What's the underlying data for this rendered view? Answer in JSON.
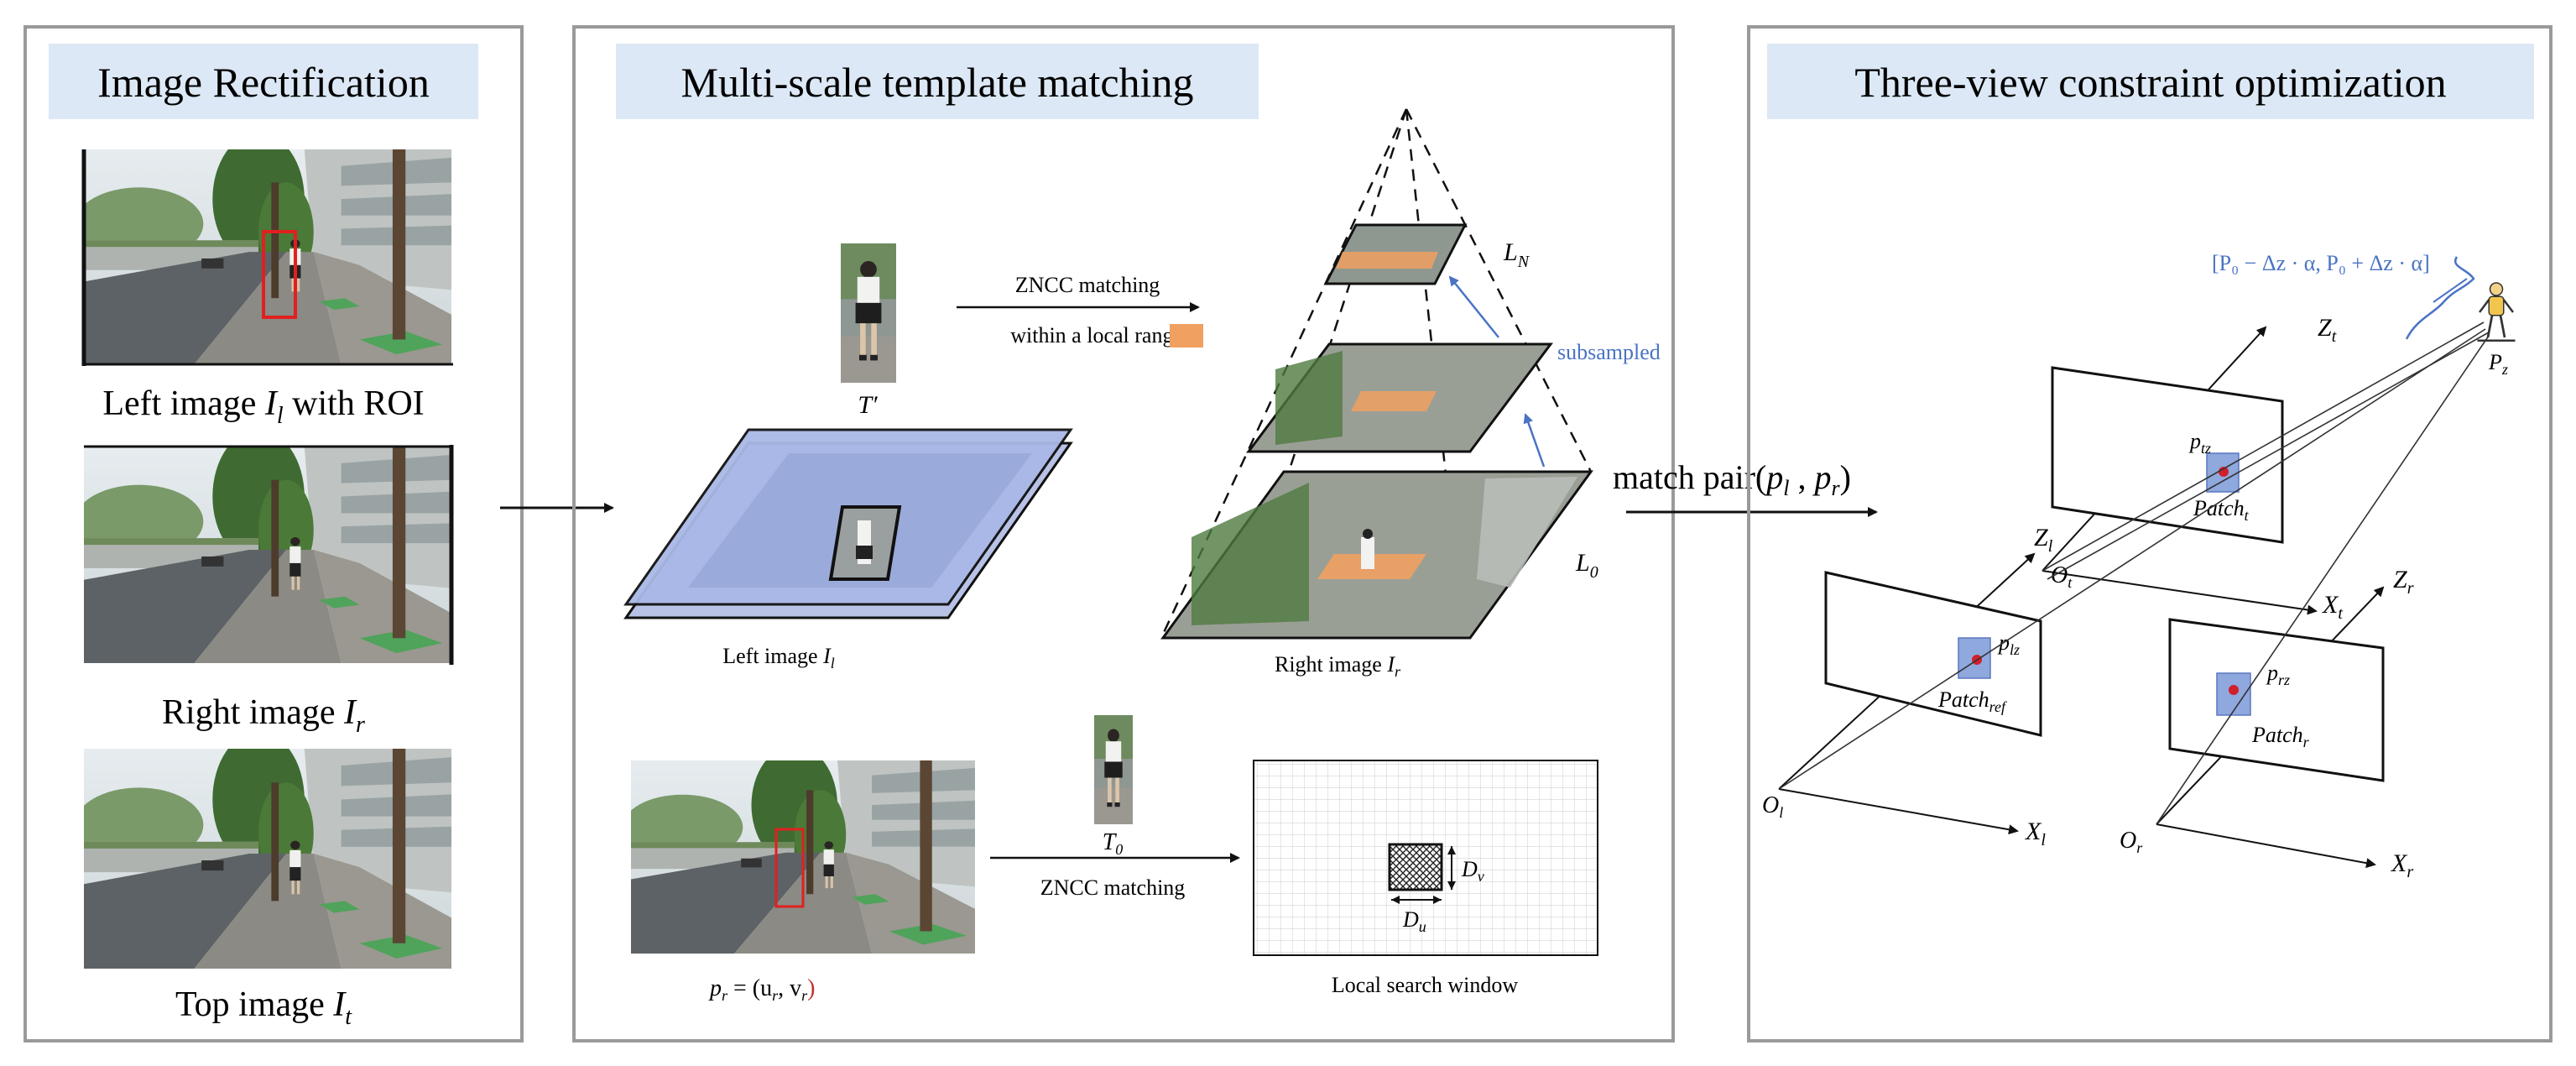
{
  "panels": {
    "rectification": {
      "title": "Image Rectification",
      "left_caption": "Left image ",
      "left_sym": "I",
      "left_sub": "l",
      "left_suffix": " with ROI",
      "right_caption": "Right image ",
      "right_sym": "I",
      "right_sub": "r",
      "top_caption": "Top image ",
      "top_sym": "I",
      "top_sub": "t"
    },
    "matching": {
      "title": "Multi-scale template matching",
      "template_sym": "T′",
      "zncc_top": "ZNCC matching",
      "local_range": "within a local range",
      "subsampled": "subsampled",
      "level_n": "L",
      "level_n_sub": "N",
      "level_0": "L",
      "level_0_sub": "0",
      "left_caption": "Left image ",
      "left_sym": "I",
      "left_sub": "l",
      "right_caption": "Right image ",
      "right_sym": "I",
      "right_sub": "r",
      "t0_sym": "T",
      "t0_sub": "0",
      "zncc_bottom": "ZNCC matching",
      "pr_eq": "p",
      "pr_sub": "r",
      "pr_rhs": " = (u",
      "pr_ur": "r",
      "pr_comma": ", v",
      "pr_vr": "r",
      "pr_close": ")",
      "du_sym": "D",
      "du_sub": "u",
      "dv_sym": "D",
      "dv_sub": "v",
      "search_window": "Local search window"
    },
    "match_pair": {
      "text": "match pair",
      "pl": "p",
      "pl_sub": "l",
      "pr": "p",
      "pr_sub": "r"
    },
    "optimization": {
      "title": "Three-view constraint optimization",
      "range_label": "[P₀ − Δz · α, P₀ + Δz · α]",
      "pz": "P",
      "pz_sub": "z",
      "zt": "Z",
      "zt_sub": "t",
      "xt": "X",
      "xt_sub": "t",
      "ot": "O",
      "ot_sub": "t",
      "zl": "Z",
      "zl_sub": "l",
      "xl": "X",
      "xl_sub": "l",
      "ol": "O",
      "ol_sub": "l",
      "zr": "Z",
      "zr_sub": "r",
      "xr": "X",
      "xr_sub": "r",
      "or": "O",
      "or_sub": "r",
      "ptz": "p",
      "ptz_sub": "tz",
      "plz": "p",
      "plz_sub": "lz",
      "prz": "p",
      "prz_sub": "rz",
      "patch_t": "Patch",
      "patch_t_sub": "t",
      "patch_ref": "Patch",
      "patch_ref_sub": "ref",
      "patch_r": "Patch",
      "patch_r_sub": "r"
    }
  },
  "colors": {
    "title_bg": "#dce8f5",
    "orange": "#f0a060",
    "blue_text": "#4a73c4",
    "plane_blue": "#a9b8e6",
    "patch_blue": "#8fa8dd",
    "red_point": "#d0202a",
    "roi_red": "#e02020"
  }
}
